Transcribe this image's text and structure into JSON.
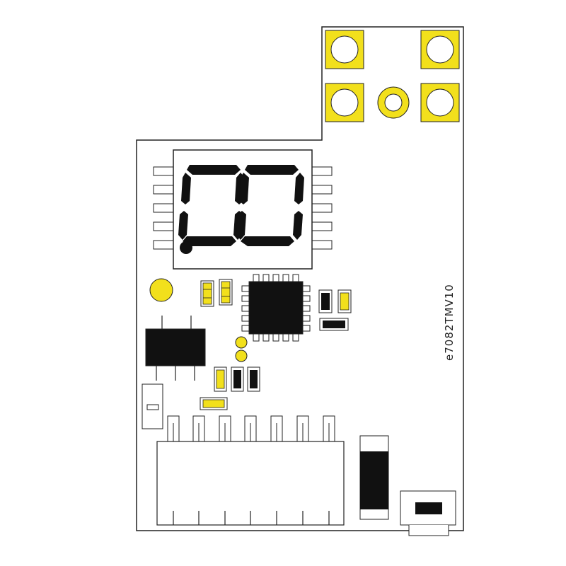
{
  "board": {
    "label": "e7082TMV10"
  },
  "display": {
    "digits": [
      "0",
      "0"
    ]
  },
  "colors": {
    "pad": "#f2e01c",
    "silk": "#111111",
    "outline": "#222222",
    "board": "#ffffff"
  }
}
